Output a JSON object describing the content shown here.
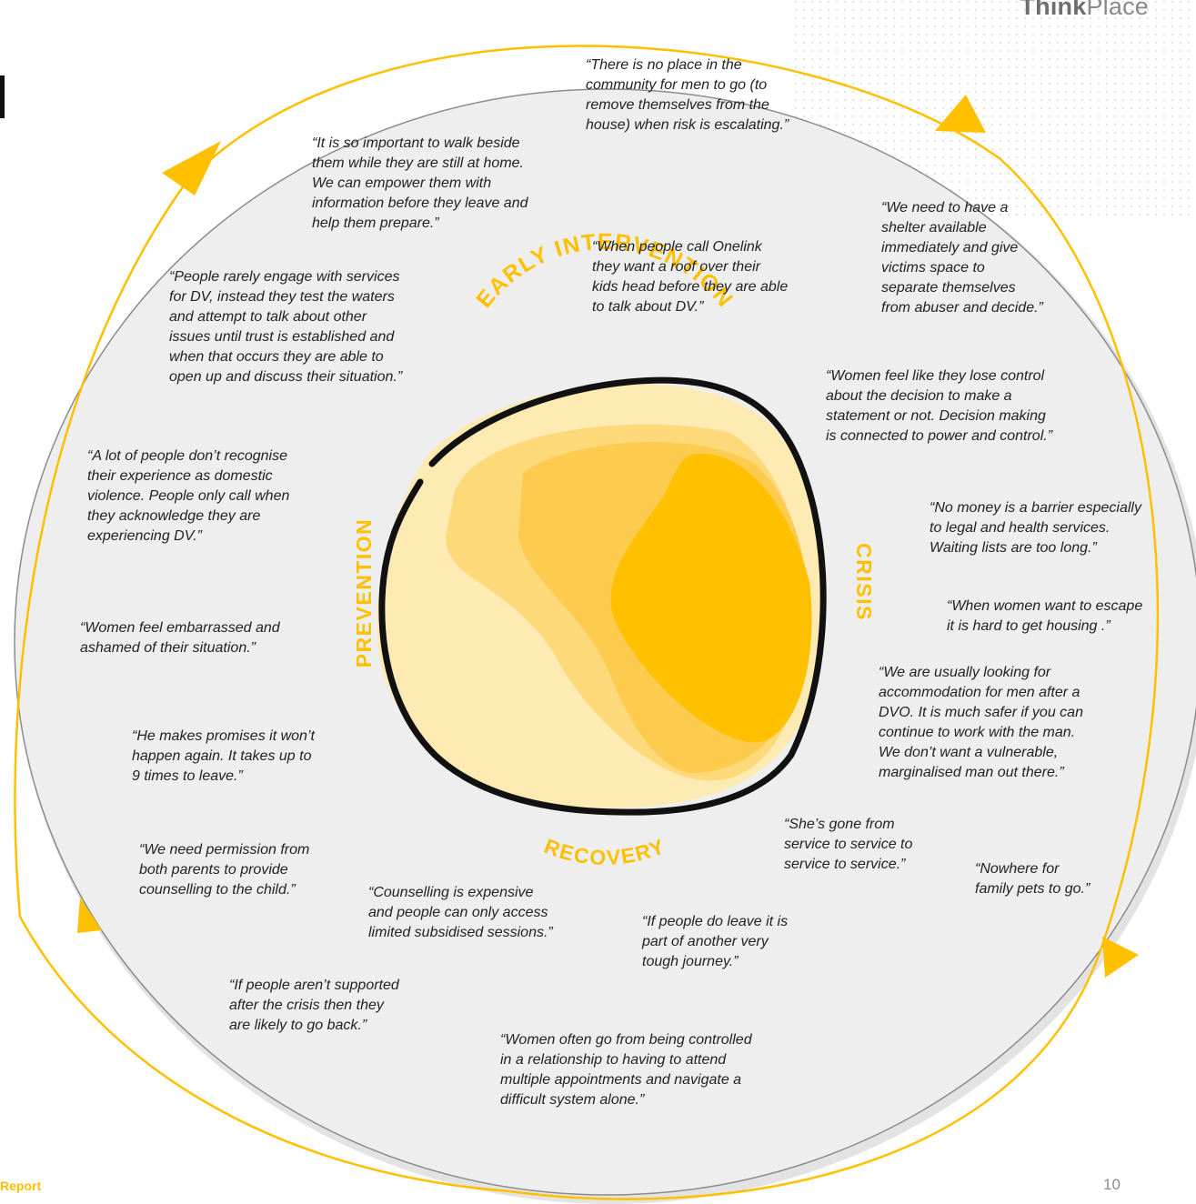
{
  "brand": {
    "bold_part": "Think",
    "regular_part": "Place"
  },
  "footer": {
    "report_label": "Report",
    "page_number": "10"
  },
  "colors": {
    "accent": "#FFC000",
    "ring_fill": "#EDEDED",
    "outline": "#111111",
    "blob_light": "#FEEAB3",
    "blob_mid": "#FDD97A",
    "blob_dark": "#FFC000"
  },
  "phases": {
    "early_intervention": "EARLY INTERVENTION",
    "crisis": "CRISIS",
    "recovery": "RECOVERY",
    "prevention": "PREVENTION"
  },
  "icons": [
    "arrowhead-icon"
  ],
  "quotes": [
    {
      "id": "no-place-for-men",
      "text": "“There is no place in the\ncommunity for men to go (to\nremove themselves from the\nhouse) when risk is escalating.”"
    },
    {
      "id": "walk-beside",
      "text": "“It is so important to walk beside\nthem while they are still at home.\nWe can empower them with\ninformation before they leave and\nhelp them prepare.”"
    },
    {
      "id": "shelter",
      "text": "“We need to have a\nshelter available\nimmediately and give\nvictims space to\nseparate themselves\nfrom abuser and decide.”"
    },
    {
      "id": "onelink",
      "text": "“When people call Onelink\nthey want a roof over their\nkids head before they are able\nto talk about DV.”"
    },
    {
      "id": "rarely-engage",
      "text": "“People rarely engage with services\nfor DV, instead they test the waters\nand attempt to talk about other\nissues until trust is established and\nwhen that occurs they are able to\nopen up and discuss their situation.”"
    },
    {
      "id": "lose-control",
      "text": "“Women feel like they lose control\nabout the decision to make a\nstatement or not. Decision making\nis connected to power and control.”"
    },
    {
      "id": "dont-recognise",
      "text": "“A lot of people don’t recognise\ntheir experience as domestic\nviolence. People only call when\nthey acknowledge they are\nexperiencing DV.”"
    },
    {
      "id": "no-money",
      "text": "“No money is a barrier especially\nto legal and health services.\nWaiting lists are too long.”"
    },
    {
      "id": "escape-housing",
      "text": "“When women want to escape\nit is hard to get housing .”"
    },
    {
      "id": "embarrassed",
      "text": "“Women feel embarrassed and\nashamed of their situation.”"
    },
    {
      "id": "accommodation-men",
      "text": "“We are usually looking for\naccommodation for men after a\nDVO. It is much safer if you can\ncontinue to work with the man.\nWe don’t want a vulnerable,\nmarginalised man out there.”"
    },
    {
      "id": "promises",
      "text": "“He makes promises it won’t\nhappen again. It takes up to\n9 times to leave.”"
    },
    {
      "id": "service-to-service",
      "text": "“She’s gone from\nservice to service to\nservice to service.”"
    },
    {
      "id": "permission",
      "text": "“We need permission from\nboth parents to provide\ncounselling to the child.”"
    },
    {
      "id": "pets",
      "text": "“Nowhere for\nfamily pets to go.”"
    },
    {
      "id": "counselling-expensive",
      "text": "“Counselling is expensive\nand people can only access\nlimited subsidised sessions.”"
    },
    {
      "id": "tough-journey",
      "text": "“If people do leave it is\npart of another very\ntough journey.”"
    },
    {
      "id": "go-back",
      "text": "“If people aren’t supported\nafter the crisis then they\nare likely to go back.”"
    },
    {
      "id": "controlled",
      "text": "“Women often go from being controlled\nin a relationship to having to attend\nmultiple appointments and navigate a\ndifficult system alone.”"
    }
  ]
}
